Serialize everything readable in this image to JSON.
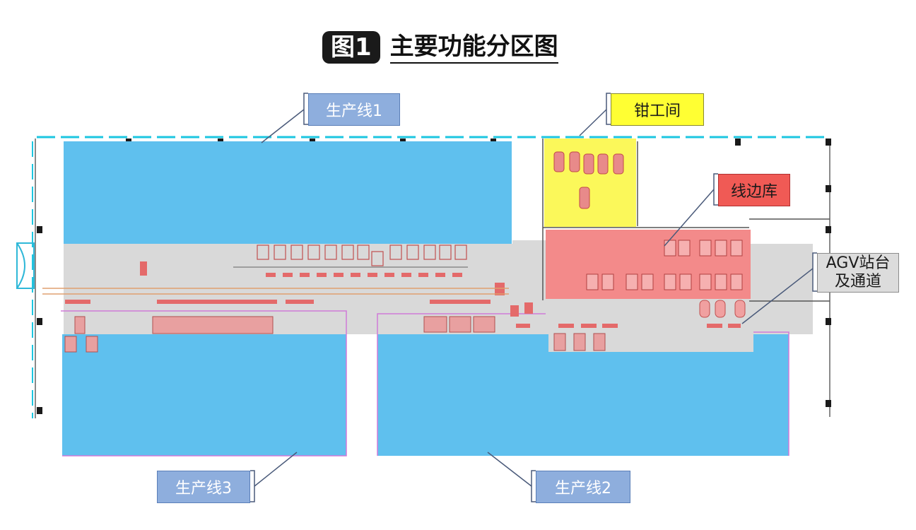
{
  "header": {
    "figure_tag": "图1",
    "title": "主要功能分区图"
  },
  "zones": {
    "line1": "生产线1",
    "line2": "生产线2",
    "line3": "生产线3",
    "fitter_room": "钳工间",
    "lineside_store": "线边库",
    "agv_line1": "AGV站台",
    "agv_line2": "及通道"
  },
  "colors": {
    "production_zone": "#5fc0ee",
    "fitter_zone": "#fbf85a",
    "store_zone": "#f38a8a",
    "aisle": "#d9d9d9",
    "label_blue": "#8eaedd",
    "label_yellow": "#ffff33",
    "label_red": "#f05a55",
    "label_gray": "#dcdcdc",
    "boundary": "#1cc6e0"
  }
}
